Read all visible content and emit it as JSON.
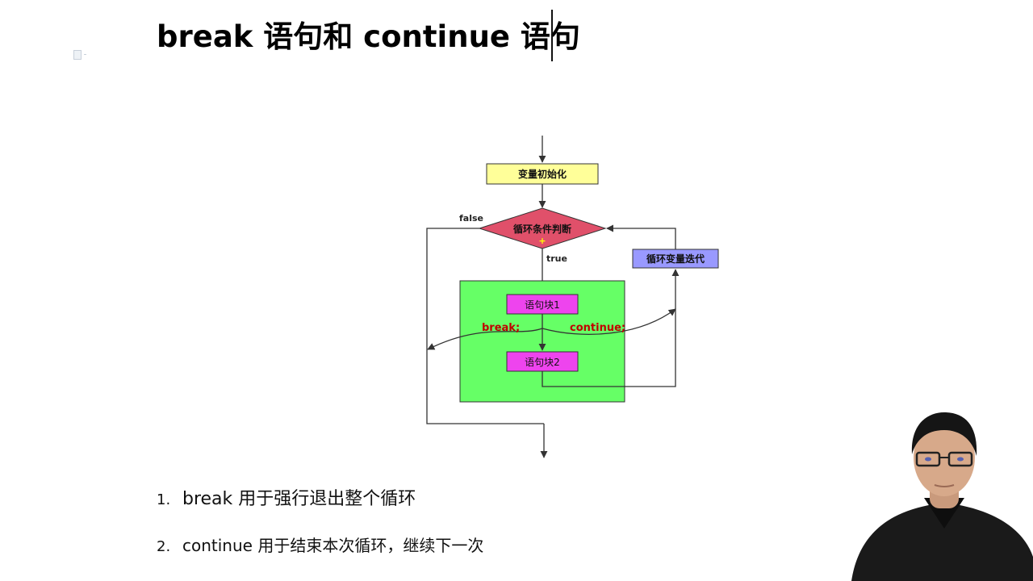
{
  "slide": {
    "title": "break 语句和 continue 语句"
  },
  "flowchart": {
    "init_label": "变量初始化",
    "condition_label": "循环条件判断",
    "false_label": "false",
    "true_label": "true",
    "block1_label": "语句块1",
    "block2_label": "语句块2",
    "break_label": "break;",
    "continue_label": "continue;",
    "iterate_label": "循环变量迭代",
    "colors": {
      "init_fill": "#ffff99",
      "condition_fill": "#e0506a",
      "loop_body_fill": "#66ff66",
      "block_fill": "#ee44ee",
      "iterate_fill": "#9999ff",
      "keyword_text": "#c00000"
    }
  },
  "notes": [
    {
      "number": "1.",
      "text": "break 用于强行退出整个循环"
    },
    {
      "number": "2.",
      "text": "continue 用于结束本次循环，继续下一次"
    }
  ]
}
